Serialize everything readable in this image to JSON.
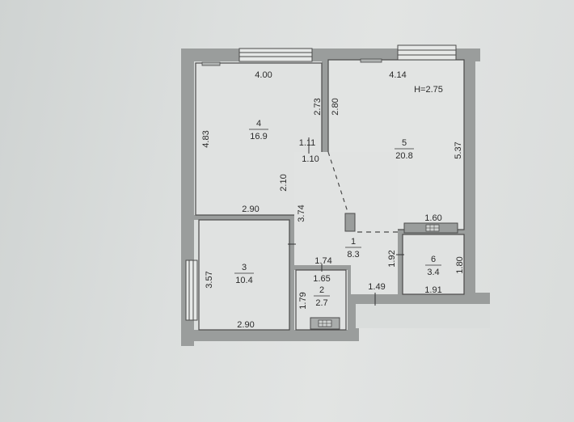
{
  "plan": {
    "ceiling_height": "H=2.75",
    "wall_color": "#9a9d9c",
    "floor_color": "#dfe1e0",
    "rooms": [
      {
        "id": "1",
        "number": "1",
        "area": "8.3"
      },
      {
        "id": "2",
        "number": "2",
        "area": "2.7"
      },
      {
        "id": "3",
        "number": "3",
        "area": "10.4"
      },
      {
        "id": "4",
        "number": "4",
        "area": "16.9"
      },
      {
        "id": "5",
        "number": "5",
        "area": "20.8"
      },
      {
        "id": "6",
        "number": "6",
        "area": "3.4"
      }
    ],
    "dimensions": {
      "r4_top": "4.00",
      "r4_left": "4.83",
      "r4_right_inner": "2.73",
      "r5_left": "2.80",
      "r5_top": "4.14",
      "r5_right": "5.37",
      "niche_top": "1.11",
      "niche_bottom": "1.10",
      "r4_right_lower": "2.10",
      "r4_bottom": "2.90",
      "hall_left": "3.74",
      "r3_left": "3.57",
      "r3_bottom": "2.90",
      "r2_top_outer": "1.74",
      "r2_top": "1.65",
      "r2_left": "1.79",
      "r6_top": "1.60",
      "r6_left": "1.92",
      "r6_right": "1.80",
      "r6_bottom": "1.91",
      "hall_bottom": "1.49"
    }
  }
}
